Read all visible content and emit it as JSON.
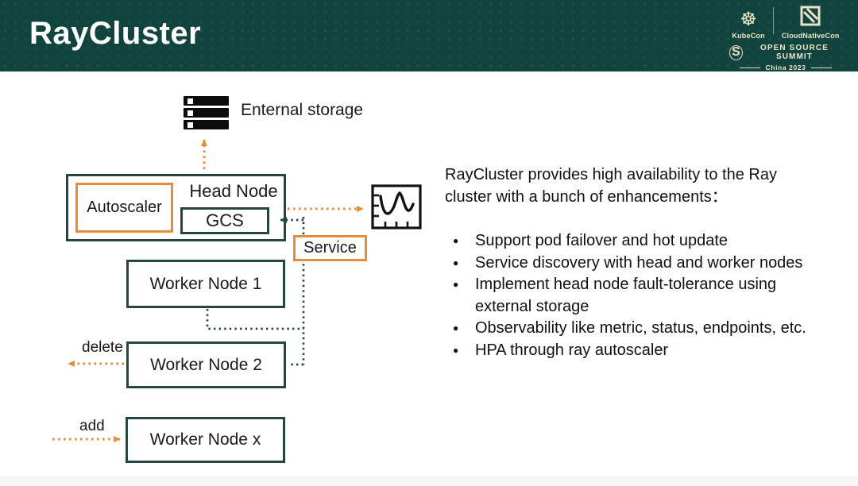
{
  "slide": {
    "title": "RayCluster"
  },
  "conference_badge": {
    "kubecon": "KubeCon",
    "cloudnativecon": "CloudNativeCon",
    "summit": "OPEN SOURCE SUMMIT",
    "edition": "China 2023"
  },
  "icons": {
    "kubecon_helm_glyph": "☸",
    "summit_s_glyph": "S",
    "bullet_glyph": "●"
  },
  "diagram": {
    "external_storage_label": "Enternal storage",
    "head_node_label": "Head Node",
    "autoscaler_label": "Autoscaler",
    "gcs_label": "GCS",
    "service_label": "Service",
    "worker_node_1_label": "Worker Node 1",
    "worker_node_2_label": "Worker Node 2",
    "worker_node_x_label": "Worker Node x",
    "delete_label": "delete",
    "add_label": "add"
  },
  "content": {
    "intro_line1": "RayCluster provides high availability to the Ray",
    "intro_line2": "cluster with a bunch of enhancements：",
    "bullets": [
      "Support pod failover and hot update",
      "Service discovery with head and worker nodes",
      "Implement head node fault-tolerance using external storage",
      "Observability like metric, status, endpoints, etc.",
      "HPA through ray autoscaler"
    ]
  },
  "colors": {
    "header_bg": "#11443E",
    "cream": "#ECE4C9",
    "accent_orange": "#E88C3A",
    "teal_dark": "#24473F"
  }
}
